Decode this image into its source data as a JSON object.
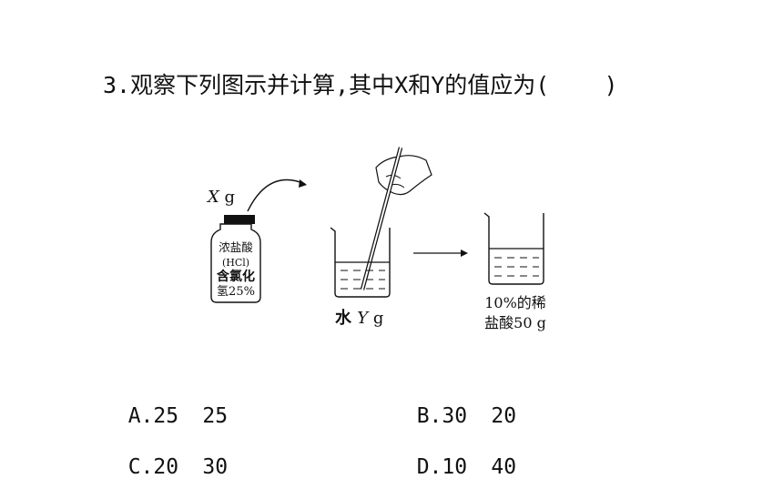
{
  "question": {
    "text": "3.观察下列图示并计算,其中X和Y的值应为(    )"
  },
  "figure": {
    "x_label_italic": "X",
    "x_label_unit": " g",
    "bottle_label_1": "浓盐酸",
    "bottle_label_2": "(HCl)",
    "bottle_label_3": "含氯化",
    "bottle_label_4": "氢25%",
    "water_label_prefix": "水 ",
    "water_label_italic": "Y",
    "water_label_unit": " g",
    "result_label_1": "10%的稀",
    "result_label_2": "盐酸50 g"
  },
  "options": [
    {
      "letter": "A.",
      "v1": "25",
      "v2": "25"
    },
    {
      "letter": "B.",
      "v1": "30",
      "v2": "20"
    },
    {
      "letter": "C.",
      "v1": "20",
      "v2": "30"
    },
    {
      "letter": "D.",
      "v1": "10",
      "v2": "40"
    }
  ]
}
